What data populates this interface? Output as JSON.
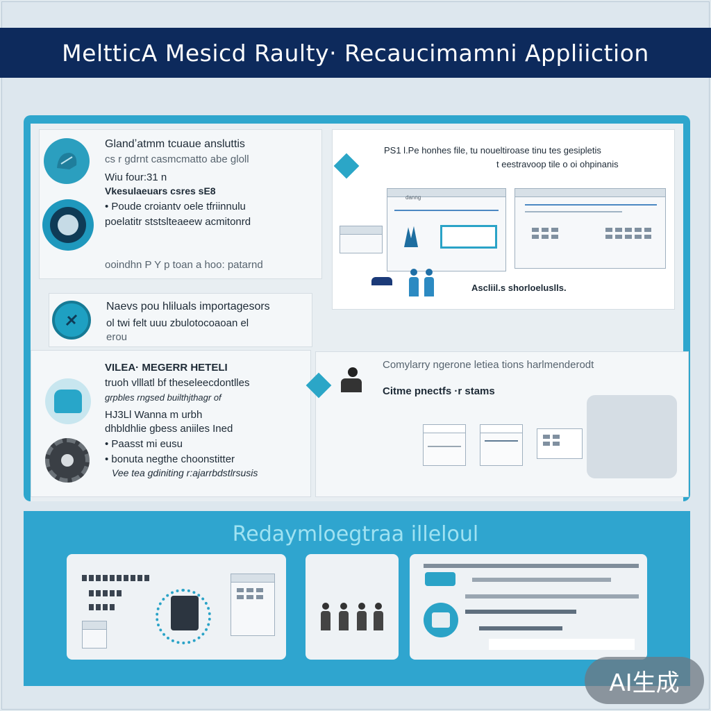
{
  "header": {
    "title": "MeltticA Mesicd Raulty· Recaucimamni Appliiction"
  },
  "panel_left_top": {
    "heading": "Glandʼatmm tcuaue ansluttis",
    "line1": "cs r gdrnt casmcmatto abe gloll",
    "line2": "Wiu four:31 n",
    "line3": "Vkesulaeuars csres sE8",
    "bullet1": "Poude croiantv oele tfriinnulu",
    "line4": "poelatitr ststslteaeew acmitonrd",
    "line5": "ooindhn P Y p toan a hoo: patarnd"
  },
  "panel_right_top": {
    "line1": "PS1 l.Pe honhes file, tu noueltiroase tinu tes gesipletis",
    "line2": "t eestravoop tile o oi ohpinanis",
    "label_small": "danng",
    "caption": "Ascliil.s shorloeluslls."
  },
  "panel_left_mid": {
    "line1": "Naevs pou hliluals importagesors",
    "line2": "ol twi felt uuu zbulotocoaoan el",
    "line3": "erou"
  },
  "panel_left_bottom": {
    "heading": "VILEA· MEGERR HETELI",
    "line1": "truoh vlllatl bf theseleecdontlles",
    "line2": "grpbles rngsed builthjthagr of",
    "line3": "HJ3Ll Wanna m urbh",
    "line4": "dhbldhlie gbess aniiles Ined",
    "bullet1": "Paasst mi eusu",
    "bullet2": "bonuta negthe choonstitter",
    "line5": "Vee tea gdiniting r:ajarrbdstlrsusis"
  },
  "panel_right_bottom": {
    "line1": "Comylarry ngerone letiea tions harlmenderodt",
    "line2": "Citme pnectfs ·r stams"
  },
  "footer": {
    "title": "Redaymloegtraa illeloul"
  },
  "badge": {
    "label": "AI生成"
  },
  "colors": {
    "header_bg": "#0d2a5c",
    "accent": "#2ea6cd",
    "teal_icon": "#2b9fbf"
  },
  "icons": [
    "brain-scan-icon",
    "head-scan-icon",
    "stethoscope-icon",
    "medical-device-icon",
    "gear-icon",
    "hospital-bed-icon",
    "doctor-icon"
  ]
}
